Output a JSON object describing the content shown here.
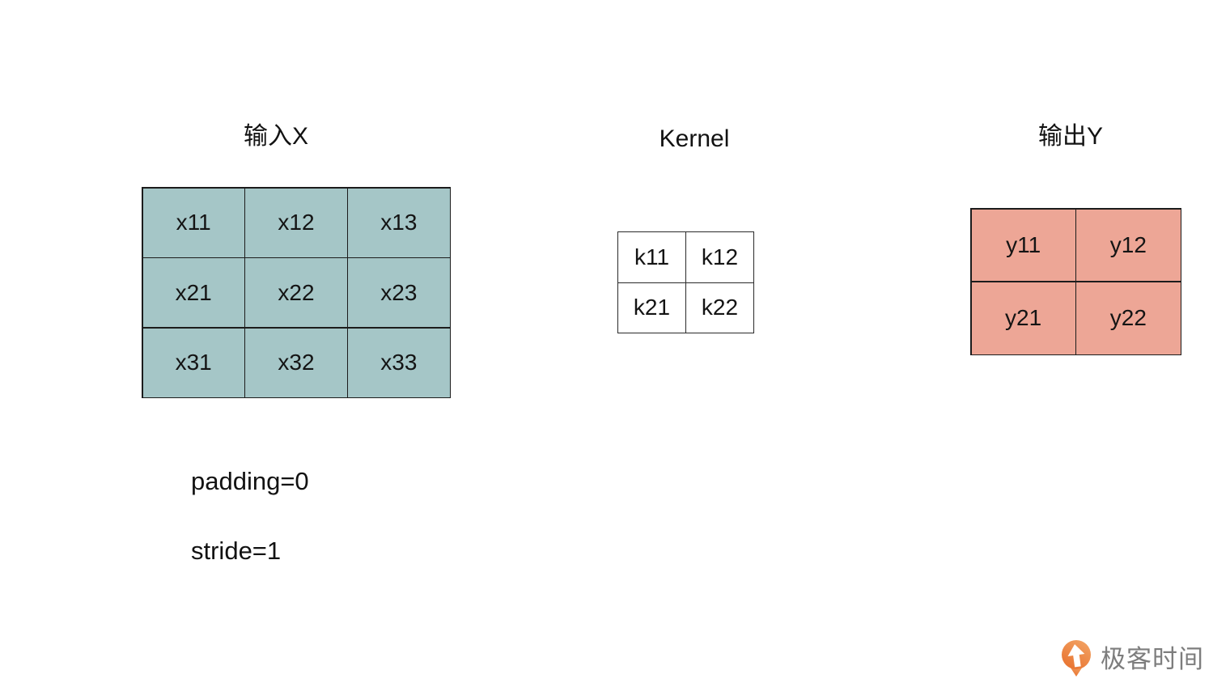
{
  "sections": {
    "input": {
      "title": "输入X",
      "bg_color": "#a5c6c7",
      "cells": [
        [
          "x11",
          "x12",
          "x13"
        ],
        [
          "x21",
          "x22",
          "x23"
        ],
        [
          "x31",
          "x32",
          "x33"
        ]
      ]
    },
    "kernel": {
      "title": "Kernel",
      "bg_color": "#ffffff",
      "cells": [
        [
          "k11",
          "k12"
        ],
        [
          "k21",
          "k22"
        ]
      ]
    },
    "output": {
      "title": "输出Y",
      "bg_color": "#eda696",
      "cells": [
        [
          "y11",
          "y12"
        ],
        [
          "y21",
          "y22"
        ]
      ]
    }
  },
  "params": {
    "padding_label": "padding=0",
    "stride_label": "stride=1"
  },
  "logo": {
    "text": "极客时间",
    "icon": "geektime-pin-arrow-icon",
    "orange": "#ed7f45",
    "orange_light": "#f2a263",
    "text_color": "#7d7d7d"
  }
}
